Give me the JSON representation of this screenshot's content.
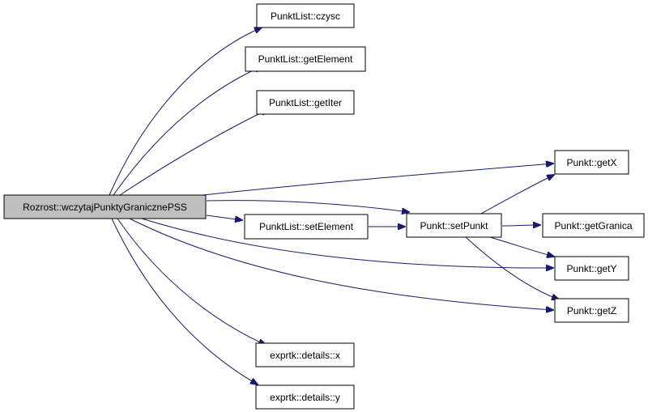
{
  "colors": {
    "edge": "#191970",
    "root_fill": "#bfbfbf",
    "node_fill": "#ffffff",
    "border": "#000000"
  },
  "nodes": {
    "root": "Rozrost::wczytajPunktyGranicznePSS",
    "czysc": "PunktList::czysc",
    "getElement": "PunktList::getElement",
    "getIter": "PunktList::getIter",
    "setElement": "PunktList::setElement",
    "details_x": "exprtk::details::x",
    "details_y": "exprtk::details::y",
    "setPunkt": "Punkt::setPunkt",
    "getX": "Punkt::getX",
    "getGranica": "Punkt::getGranica",
    "getY": "Punkt::getY",
    "getZ": "Punkt::getZ"
  },
  "edges": [
    [
      "root",
      "czysc"
    ],
    [
      "root",
      "getElement"
    ],
    [
      "root",
      "getIter"
    ],
    [
      "root",
      "getX"
    ],
    [
      "root",
      "setPunkt"
    ],
    [
      "root",
      "setElement"
    ],
    [
      "root",
      "getY"
    ],
    [
      "root",
      "getZ"
    ],
    [
      "root",
      "details_x"
    ],
    [
      "root",
      "details_y"
    ],
    [
      "setElement",
      "setPunkt"
    ],
    [
      "setPunkt",
      "getX"
    ],
    [
      "setPunkt",
      "getGranica"
    ],
    [
      "setPunkt",
      "getY"
    ],
    [
      "setPunkt",
      "getZ"
    ]
  ]
}
